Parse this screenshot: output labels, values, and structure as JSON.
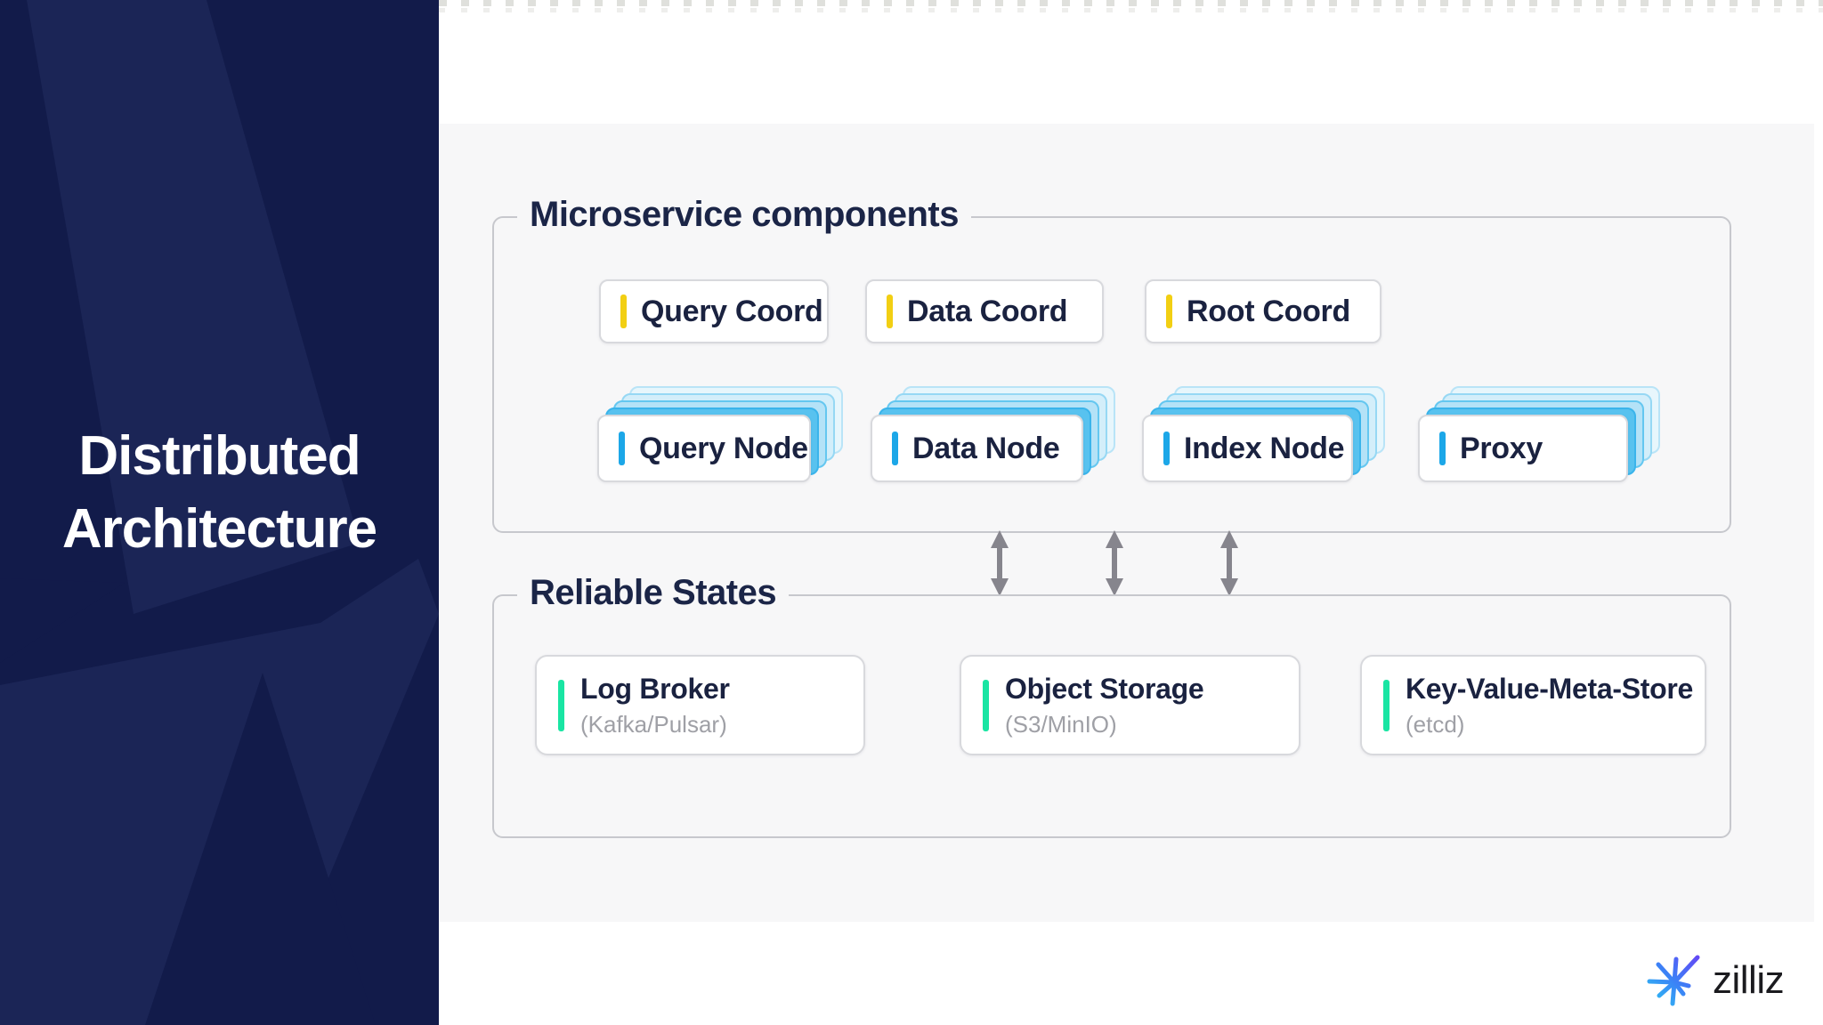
{
  "slide": {
    "title": [
      "Distributed",
      "Architecture"
    ]
  },
  "diagram": {
    "microservices": {
      "label": "Microservice components",
      "coordinators": [
        "Query Coord",
        "Data Coord",
        "Root Coord"
      ],
      "nodes": [
        "Query Node",
        "Data Node",
        "Index Node",
        "Proxy"
      ]
    },
    "connections": {
      "type": "bidirectional-arrows",
      "count": 3
    },
    "reliable_states": {
      "label": "Reliable States",
      "stores": [
        {
          "title": "Log Broker",
          "subtitle": "(Kafka/Pulsar)"
        },
        {
          "title": "Object Storage",
          "subtitle": "(S3/MinIO)"
        },
        {
          "title": "Key-Value-Meta-Store",
          "subtitle": "(etcd)"
        }
      ]
    }
  },
  "branding": {
    "logo_text": "zilliz",
    "logo_mark": "starburst-icon"
  },
  "colors": {
    "sidebar": "#121B4A",
    "sidebar_pattern": "#1B2556",
    "panel": "#F7F7F8",
    "coordinator_accent": "#F2CF13",
    "node_accent": "#1CA7E8",
    "store_accent": "#19E5A3",
    "arrow": "#86858D",
    "text_dark": "#1A2240",
    "text_muted": "#9FA0A6"
  }
}
